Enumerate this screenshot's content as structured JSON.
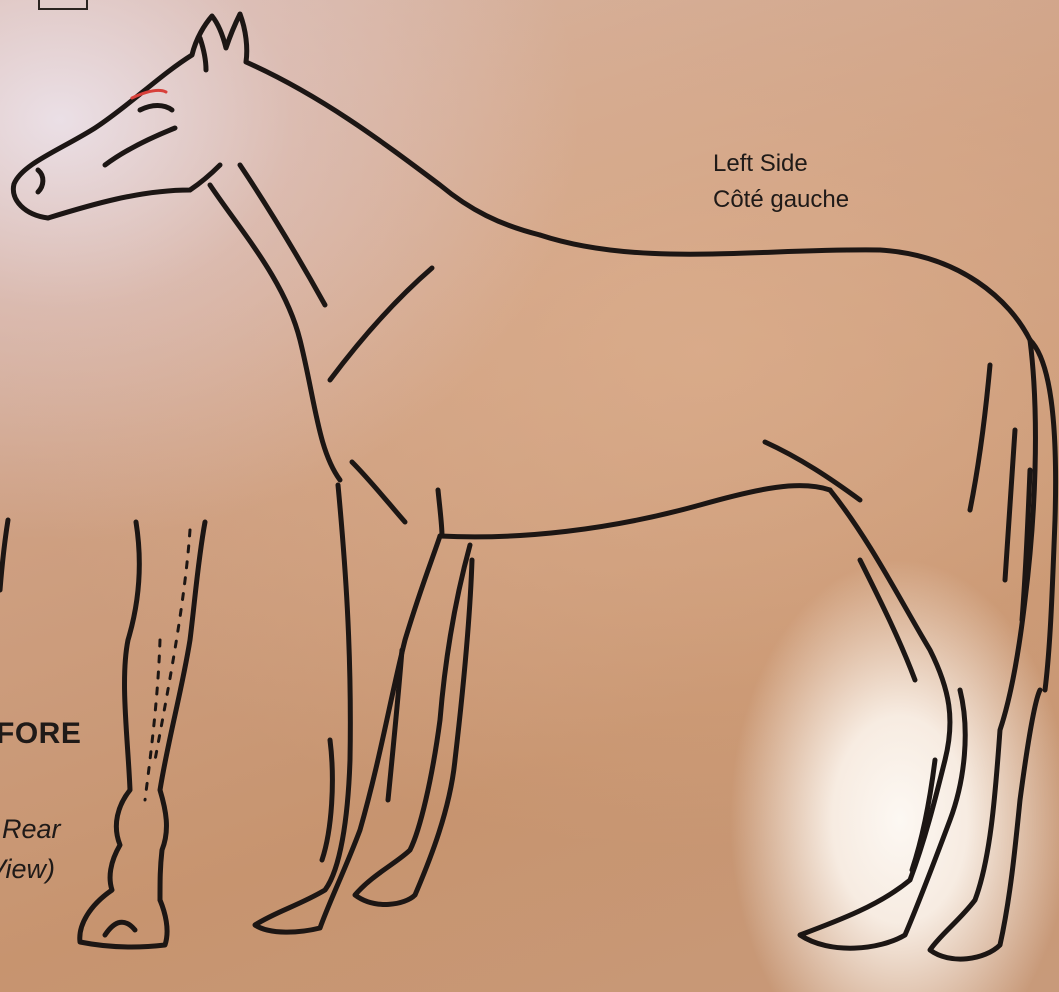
{
  "labels": {
    "side_en": "Left Side",
    "side_fr": "Côté gauche",
    "fore": "FORE",
    "rear_line1": "Rear",
    "rear_line2": "View)"
  },
  "colors": {
    "paper": "#c9987a",
    "ink": "#1f1a18",
    "marking": "#d8403a",
    "glare": "#fffaf4"
  }
}
